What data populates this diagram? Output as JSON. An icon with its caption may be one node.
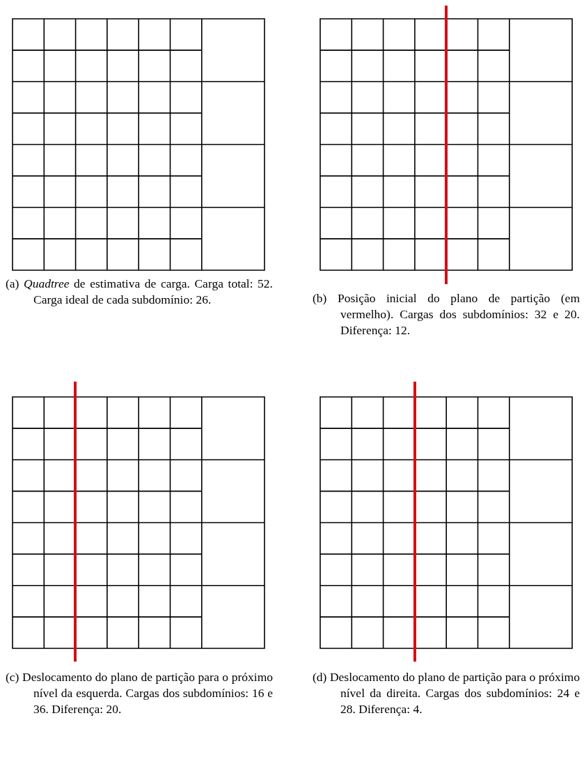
{
  "diagram": {
    "labels": [
      "(a) *Quadtree* de estimativa de carga. Carga total: 52. Carga ideal de cada subdomínio: 26.",
      "(b) Posição inicial do plano de partição (em vermelho). Cargas dos subdomínios: 32 e 20. Diferença: 12.",
      "(c) Deslocamento do plano de partição para o próximo nível da esquerda. Cargas dos subdomínios: 16 e 36. Diferença: 20.",
      "(d) Deslocamento do plano de partição para o próximo nível da direita. Cargas dos subdomínios: 24 e 28. Diferença: 4."
    ]
  }
}
